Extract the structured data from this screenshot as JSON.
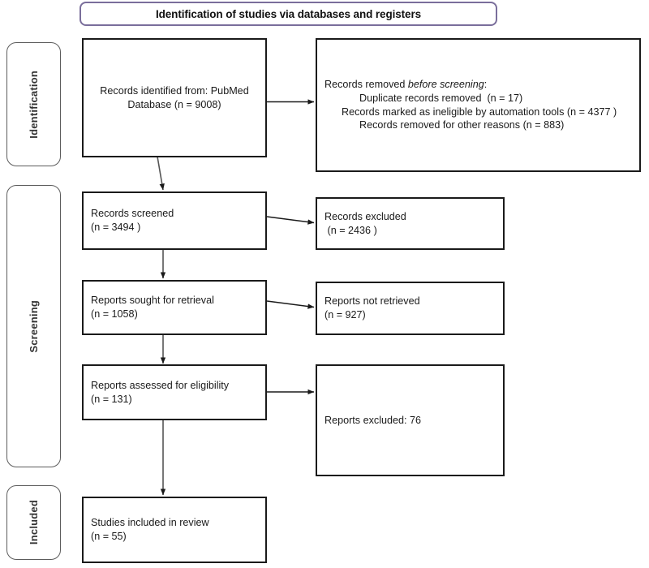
{
  "header": {
    "title": "Identification of studies via databases and registers",
    "border_color": "#7a6e9b"
  },
  "stages": [
    {
      "id": "identification",
      "label": "Identification"
    },
    {
      "id": "screening",
      "label": "Screening"
    },
    {
      "id": "included",
      "label": "Included"
    }
  ],
  "boxes": {
    "records_identified": {
      "line1": "Records identified from: PubMed",
      "line2": "Database (n = 9008)"
    },
    "records_removed": {
      "heading_pre": "Records removed ",
      "heading_ital": "before screening",
      "heading_post": ":",
      "item1": "Duplicate records removed  (n = 17)",
      "item2": "Records marked as ineligible by automation tools (n = 4377 )",
      "item3": "Records removed for other reasons (n = 883)"
    },
    "records_screened": {
      "line1": "Records screened",
      "line2": "(n = 3494 )"
    },
    "records_excluded": {
      "line1": "Records excluded",
      "line2": " (n = 2436 )"
    },
    "reports_sought": {
      "line1": "Reports sought for retrieval",
      "line2": "(n = 1058)"
    },
    "reports_not_retrieved": {
      "line1": "Reports not retrieved",
      "line2": "(n = 927)"
    },
    "reports_assessed": {
      "line1": "Reports assessed for eligibility",
      "line2": "(n = 131)"
    },
    "reports_excluded": {
      "line1": "Reports excluded: 76"
    },
    "studies_included": {
      "line1": "Studies included in review",
      "line2": "(n = 55)"
    }
  },
  "colors": {
    "box_border": "#1a1a1a",
    "stage_border": "#5c5c5c",
    "header_border": "#7a6e9b",
    "arrow": "#1a1a1a",
    "text": "#1a1a1a",
    "background": "#ffffff"
  }
}
